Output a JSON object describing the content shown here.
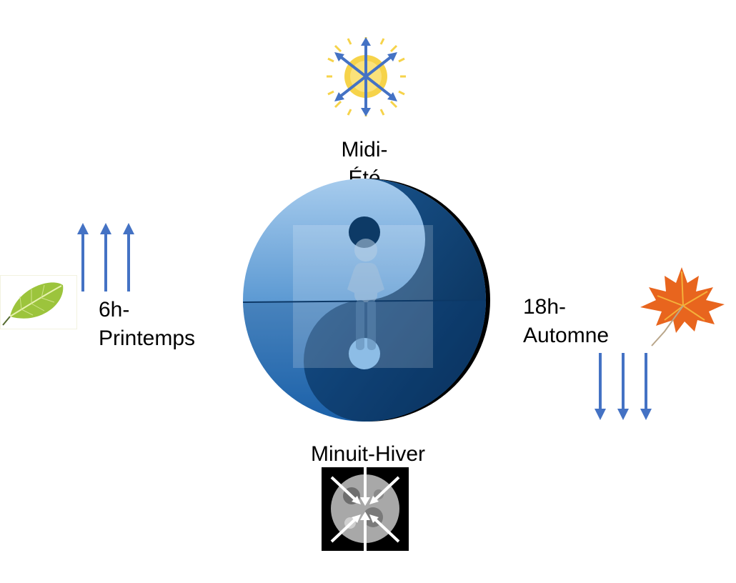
{
  "labels": {
    "top_line1": "Midi-",
    "top_line2": "Été",
    "left_line1": "6h-",
    "left_line2": "Printemps",
    "right_line1": "18h-",
    "right_line2": "Automne",
    "bottom": "Minuit-Hiver"
  },
  "colors": {
    "arrow": "#4472c4",
    "yin_dark": "#0d3a66",
    "yin_light": "#7fb3e0",
    "sun": "#f6d34a",
    "leaf_green": "#9cc43c",
    "leaf_orange": "#e8651e"
  },
  "icons": [
    "sun-icon",
    "moon-icon",
    "green-leaf-icon",
    "maple-leaf-icon",
    "yin-yang-icon",
    "person-figure-icon"
  ]
}
